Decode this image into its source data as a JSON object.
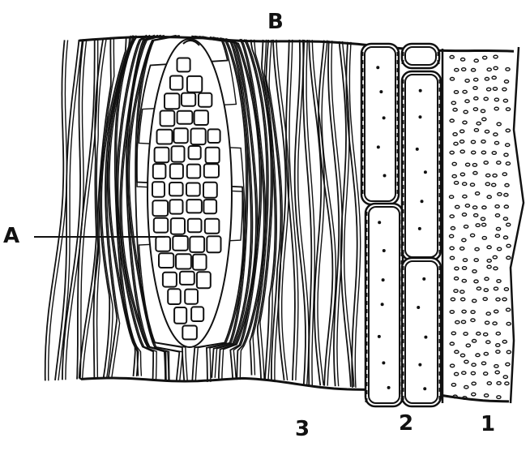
{
  "figure": {
    "labels": {
      "top": "B",
      "left": "A",
      "region_3": "3",
      "region_2": "2",
      "region_1": "1"
    },
    "ink_color": "#111111",
    "paper_color": "#ffffff"
  }
}
